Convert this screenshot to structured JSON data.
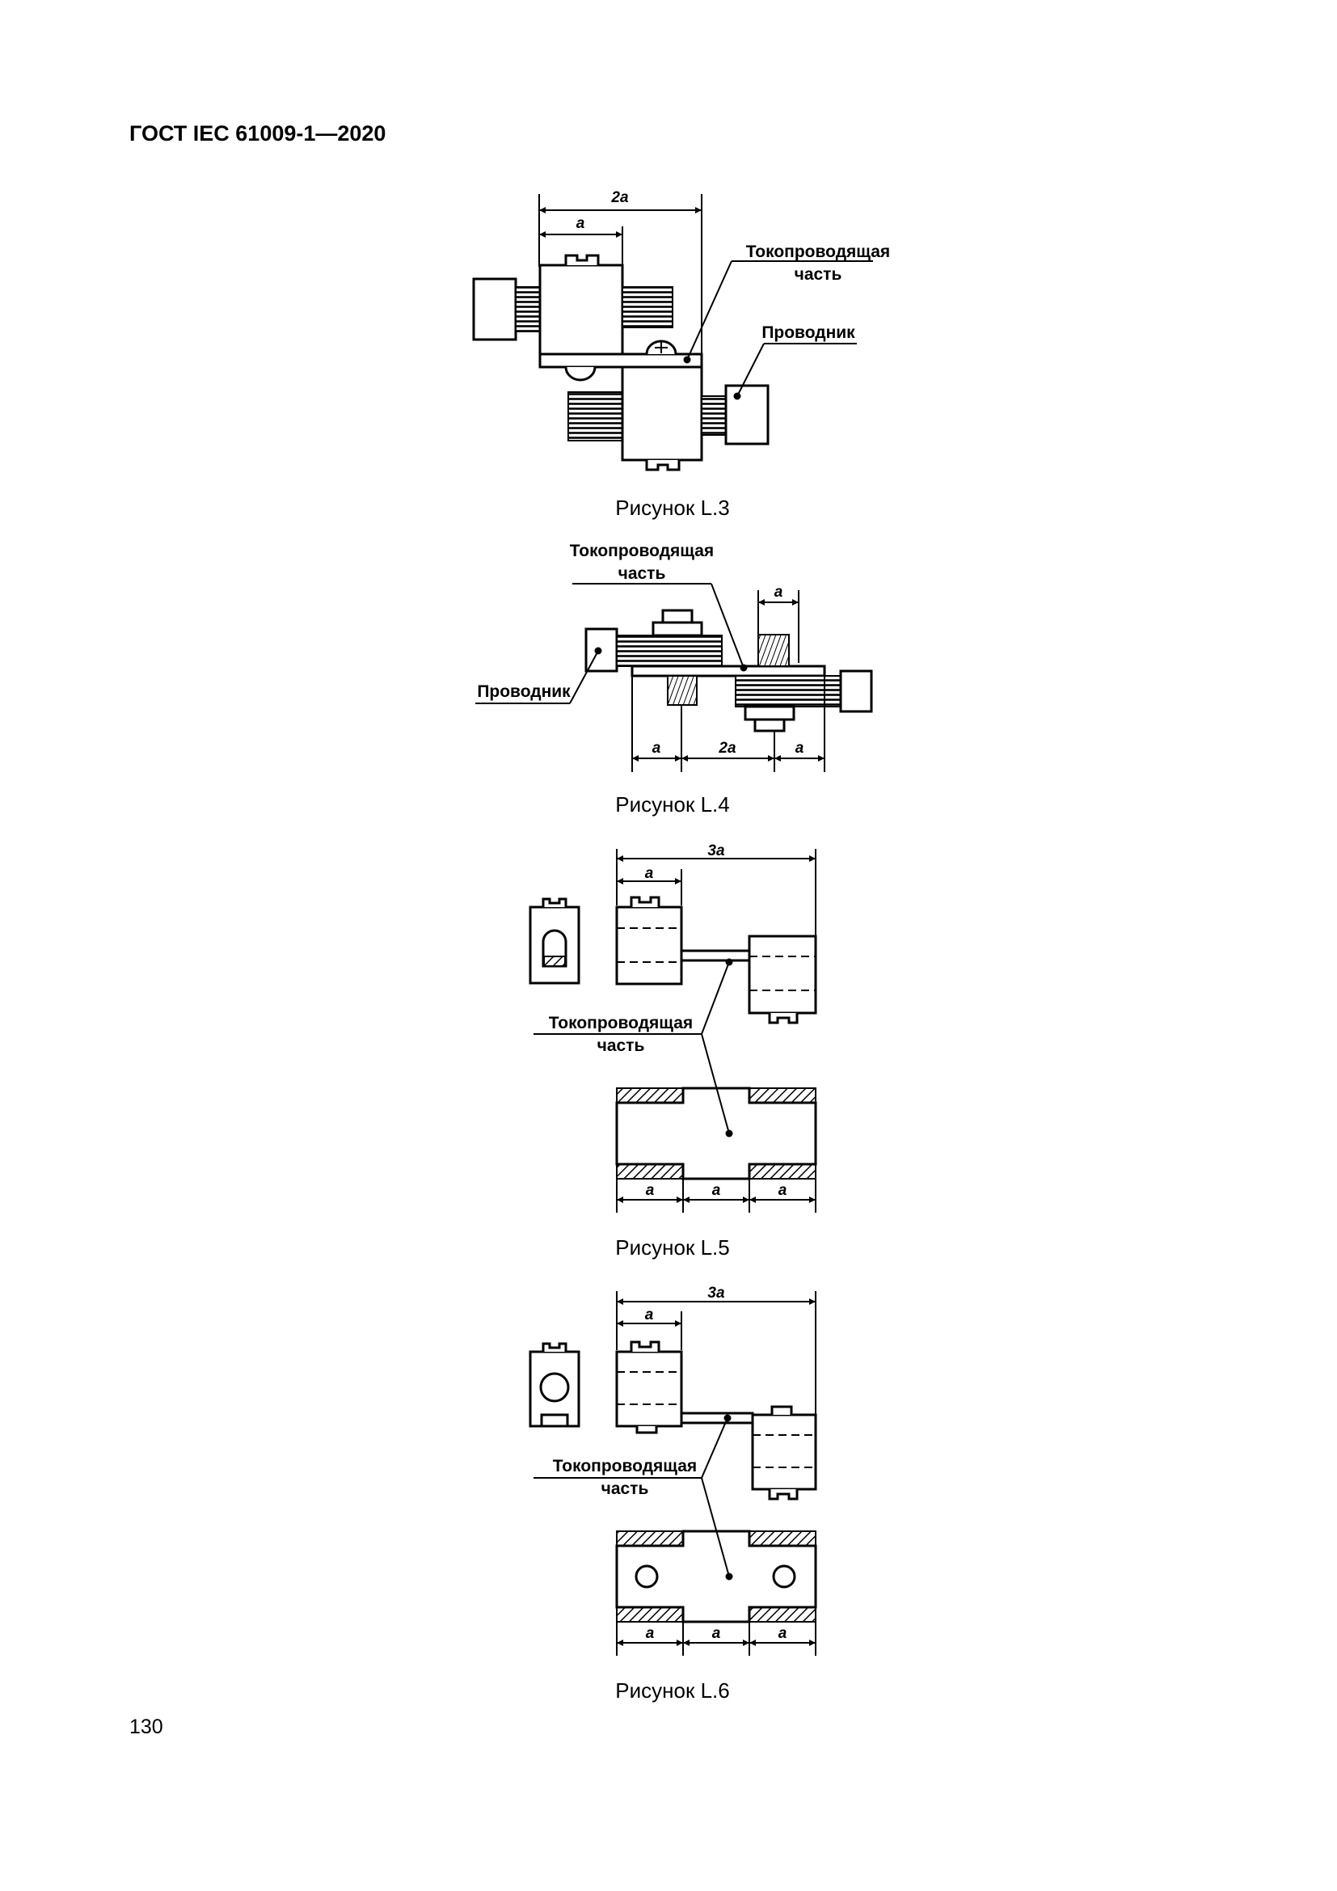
{
  "header": {
    "standard": "ГОСТ IEC 61009-1—2020"
  },
  "figures": [
    {
      "id": "L.3",
      "caption": "Рисунок L.3",
      "labels": {
        "live_part_line1": "Токопроводящая",
        "live_part_line2": "часть",
        "conductor": "Проводник"
      },
      "dims": {
        "d1": "2a",
        "d2": "a"
      }
    },
    {
      "id": "L.4",
      "caption": "Рисунок L.4",
      "labels": {
        "live_part_line1": "Токопроводящая",
        "live_part_line2": "часть",
        "conductor": "Проводник"
      },
      "dims": {
        "top": "a",
        "b1": "a",
        "b2": "2a",
        "b3": "a"
      }
    },
    {
      "id": "L.5",
      "caption": "Рисунок L.5",
      "labels": {
        "live_part_line1": "Токопроводящая",
        "live_part_line2": "часть"
      },
      "dims": {
        "d1": "3a",
        "d2": "a",
        "b1": "a",
        "b2": "a",
        "b3": "a"
      }
    },
    {
      "id": "L.6",
      "caption": "Рисунок L.6",
      "labels": {
        "live_part_line1": "Токопроводящая",
        "live_part_line2": "часть"
      },
      "dims": {
        "d1": "3a",
        "d2": "a",
        "b1": "a",
        "b2": "a",
        "b3": "a"
      }
    }
  ],
  "footer": {
    "page_number": "130"
  }
}
